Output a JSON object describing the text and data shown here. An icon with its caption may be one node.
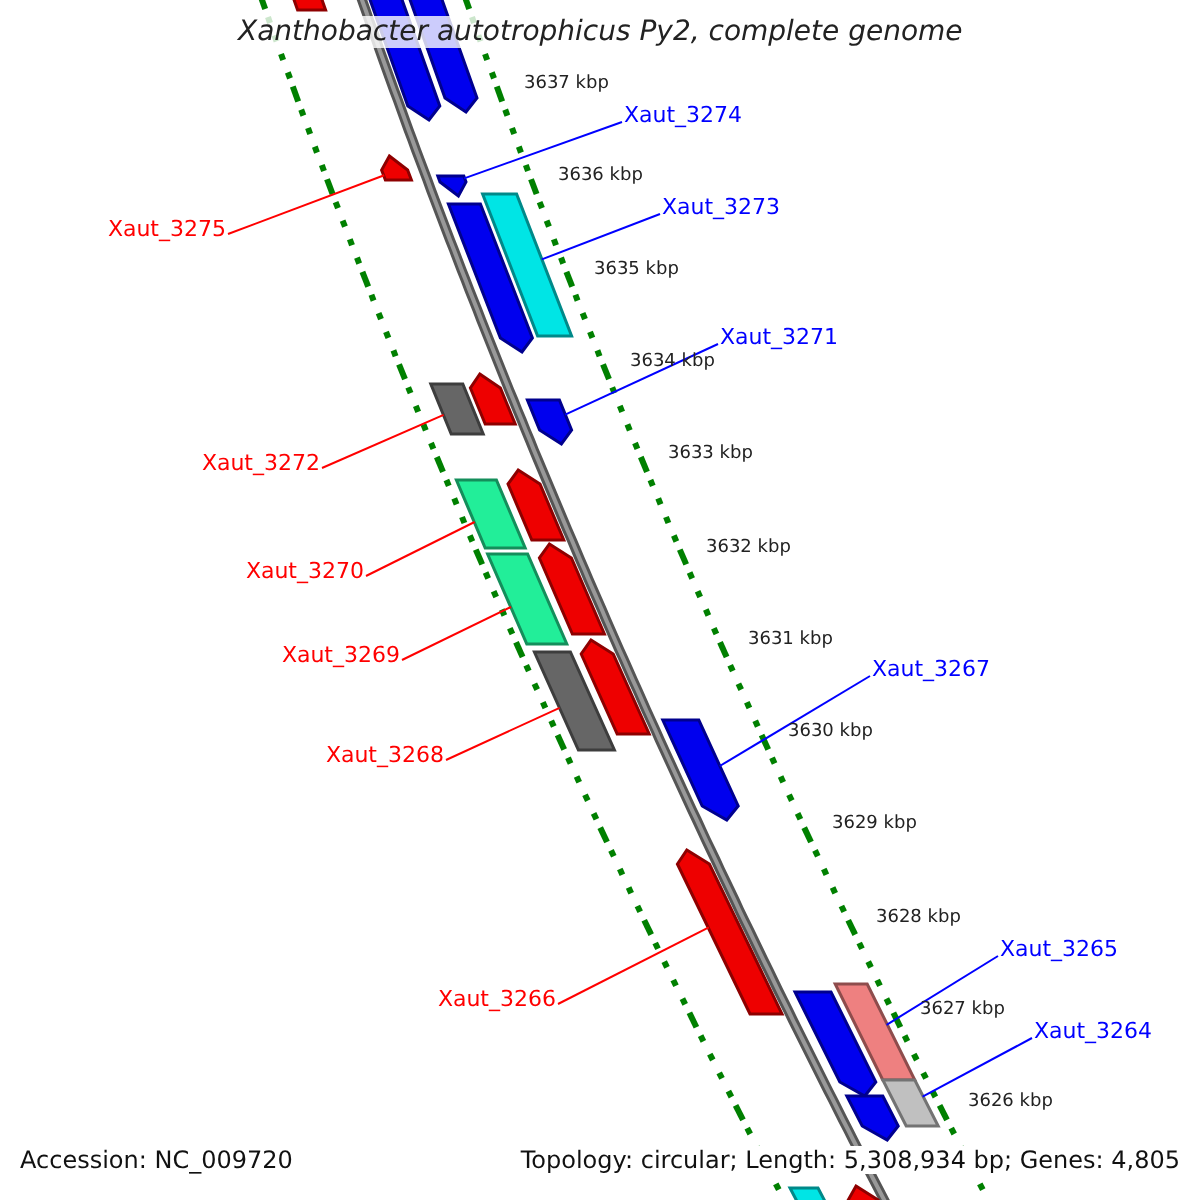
{
  "diagram": {
    "title": "Xanthobacter autotrophicus Py2, complete genome",
    "nodes": [
      {
        "text": [
          "Xaut_3274"
        ]
      },
      {
        "text": [
          "Xaut_3273"
        ]
      },
      {
        "text": [
          "Xaut_3275"
        ]
      },
      {
        "text": [
          "Xaut_3271"
        ]
      },
      {
        "text": [
          "Xaut_3272"
        ]
      },
      {
        "text": [
          "Xaut_3270"
        ]
      },
      {
        "text": [
          "Xaut_3269"
        ]
      },
      {
        "text": [
          "Xaut_3267"
        ]
      },
      {
        "text": [
          "Xaut_3268"
        ]
      },
      {
        "text": [
          "Xaut_3265"
        ]
      },
      {
        "text": [
          "Xaut_3266"
        ]
      },
      {
        "text": [
          "Xaut_3264"
        ]
      },
      {
        "text": [],
        "shape": "box"
      },
      {
        "text": [],
        "shape": "arrow"
      },
      {
        "text": [],
        "shape": "arrow"
      },
      {
        "text": [],
        "shape": "arrow"
      },
      {
        "text": [],
        "shape": "arrow"
      },
      {
        "text": [],
        "shape": "box"
      },
      {
        "text": [],
        "shape": "arrow"
      },
      {
        "text": [],
        "shape": "arrow"
      },
      {
        "text": [],
        "shape": "box"
      },
      {
        "text": [],
        "shape": "arrow"
      },
      {
        "text": [],
        "shape": "arrow"
      },
      {
        "text": [],
        "shape": "box"
      },
      {
        "text": [],
        "shape": "arrow"
      },
      {
        "text": [],
        "shape": "box"
      },
      {
        "text": [],
        "shape": "arrow"
      },
      {
        "text": [],
        "shape": "box"
      },
      {
        "text": [],
        "shape": "arrow"
      },
      {
        "text": [],
        "shape": "arrow"
      },
      {
        "text": [],
        "shape": "box"
      },
      {
        "text": [],
        "shape": "arrow"
      },
      {
        "text": [],
        "shape": "box"
      },
      {
        "text": [],
        "shape": "arrow"
      },
      {
        "text": [],
        "shape": "arrow"
      },
      {
        "text": [],
        "shape": "box"
      }
    ],
    "edges": [
      {
        "from": 0,
        "to": 16,
        "arrow": "none",
        "color": "#0000ff"
      },
      {
        "from": 1,
        "to": 17,
        "arrow": "none",
        "color": "#0000ff"
      },
      {
        "from": 2,
        "to": 15,
        "arrow": "none",
        "color": "#ff0000"
      },
      {
        "from": 3,
        "to": 21,
        "arrow": "none",
        "color": "#0000ff"
      },
      {
        "from": 4,
        "to": 20,
        "arrow": "none",
        "color": "#ff0000"
      },
      {
        "from": 5,
        "to": 23,
        "arrow": "none",
        "color": "#ff0000"
      },
      {
        "from": 6,
        "to": 25,
        "arrow": "none",
        "color": "#ff0000"
      },
      {
        "from": 7,
        "to": 28,
        "arrow": "none",
        "color": "#0000ff"
      },
      {
        "from": 8,
        "to": 27,
        "arrow": "none",
        "color": "#ff0000"
      },
      {
        "from": 9,
        "to": 30,
        "arrow": "none",
        "color": "#0000ff"
      },
      {
        "from": 10,
        "to": 29,
        "arrow": "none",
        "color": "#ff0000"
      },
      {
        "from": 11,
        "to": 32,
        "arrow": "none",
        "color": "#0000ff"
      }
    ],
    "labels": [
      "3637 kbp",
      "3636 kbp",
      "3635 kbp",
      "3634 kbp",
      "3633 kbp",
      "3632 kbp",
      "3631 kbp",
      "3630 kbp",
      "3629 kbp",
      "3628 kbp",
      "3627 kbp",
      "3626 kbp",
      "Accession: NC_009720",
      "Topology: circular; Length: 5,308,934 bp; Genes: 4,805"
    ]
  }
}
